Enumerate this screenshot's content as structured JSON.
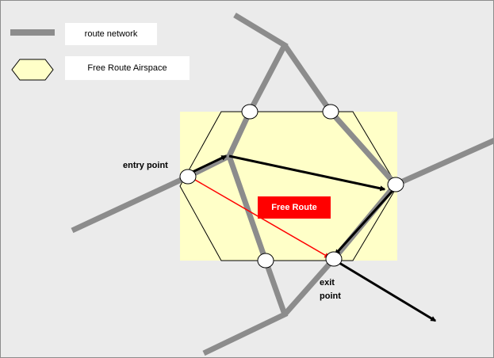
{
  "legend": {
    "route_network_label": "route network",
    "free_route_airspace_label": "Free Route Airspace"
  },
  "labels": {
    "free_route": "Free Route",
    "entry_point": "entry point",
    "exit_point_line1": "exit",
    "exit_point_line2": "point"
  },
  "colors": {
    "background": "#ebebeb",
    "route_network": "#8c8c8c",
    "free_route_airspace_fill": "#ffffc8",
    "free_route_path": "#ff0000",
    "free_route_tag": "#ff0000",
    "network_path": "#000000",
    "waypoint_fill": "#ffffff"
  }
}
